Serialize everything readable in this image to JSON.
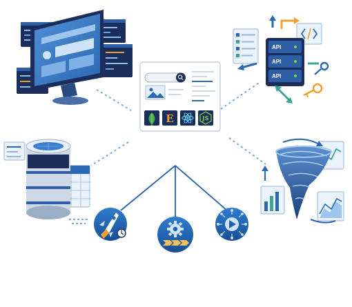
{
  "api_server": {
    "rack_labels": [
      "API",
      "API",
      "API"
    ]
  },
  "stack_card": {
    "tech_icons": [
      "mongodb-leaf-icon",
      "express-e-icon",
      "react-atom-icon",
      "nodejs-icon"
    ],
    "express_glyph": "E",
    "node_glyph": "JS"
  },
  "bottom_icons": [
    "rocket-launch-icon",
    "gear-workflow-icon",
    "play-hub-icon"
  ],
  "colors": {
    "primary": "#1f5fa8",
    "dark_navy": "#1b2d5b",
    "light_blue": "#cfe3f7",
    "accent_orange": "#f0a030",
    "accent_teal": "#3aa69b",
    "connector": "#7aa8d6",
    "tree_line": "#1f5fa8"
  }
}
